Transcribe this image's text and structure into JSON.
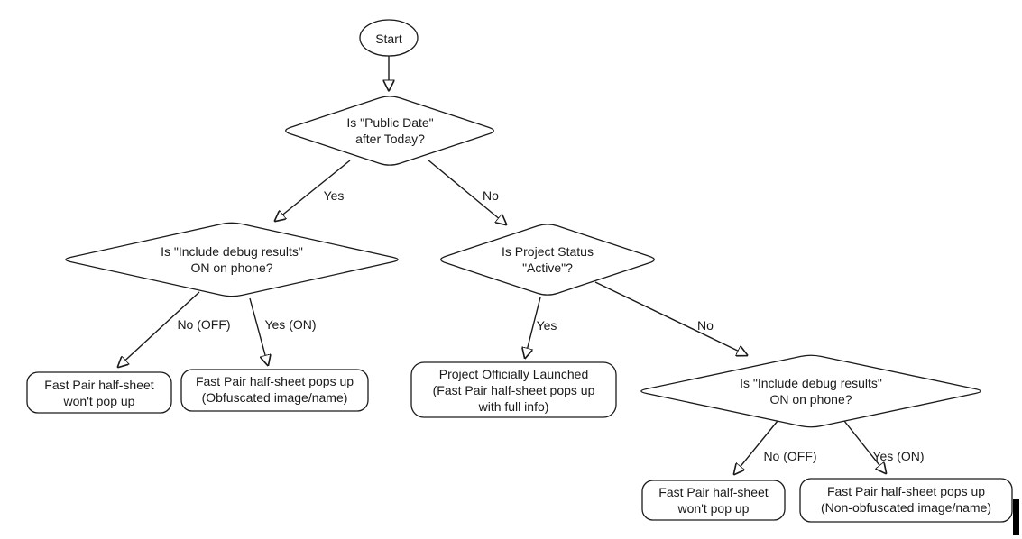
{
  "page": {
    "background": "#ffffff"
  },
  "flowchart": {
    "colors": {
      "stroke": "#1a1a1a",
      "node_fill": "#ffffff",
      "text": "#1a1a1a"
    },
    "nodes": {
      "start": {
        "label": "Start"
      },
      "public_date": {
        "line1": "Is \"Public Date\"",
        "line2": "after Today?"
      },
      "debug_left": {
        "line1": "Is \"Include debug results\"",
        "line2": "ON on phone?"
      },
      "project_status": {
        "line1": "Is Project Status",
        "line2": "\"Active\"?"
      },
      "debug_right": {
        "line1": "Is \"Include debug results\"",
        "line2": "ON on phone?"
      },
      "no_popup_left": {
        "line1": "Fast Pair half-sheet",
        "line2": "won't pop up"
      },
      "popup_obfuscated": {
        "line1": "Fast Pair half-sheet pops up",
        "line2": "(Obfuscated image/name)"
      },
      "launched": {
        "line1": "Project Officially Launched",
        "line2": "(Fast Pair half-sheet pops up",
        "line3": "with full info)"
      },
      "no_popup_right": {
        "line1": "Fast Pair half-sheet",
        "line2": "won't pop up"
      },
      "popup_non_obfuscated": {
        "line1": "Fast Pair half-sheet pops up",
        "line2": "(Non-obfuscated image/name)"
      }
    },
    "edge_labels": {
      "public_date_yes": "Yes",
      "public_date_no": "No",
      "debug_left_no": "No (OFF)",
      "debug_left_yes": "Yes (ON)",
      "project_status_yes": "Yes",
      "project_status_no": "No",
      "debug_right_no": "No (OFF)",
      "debug_right_yes": "Yes (ON)"
    }
  }
}
